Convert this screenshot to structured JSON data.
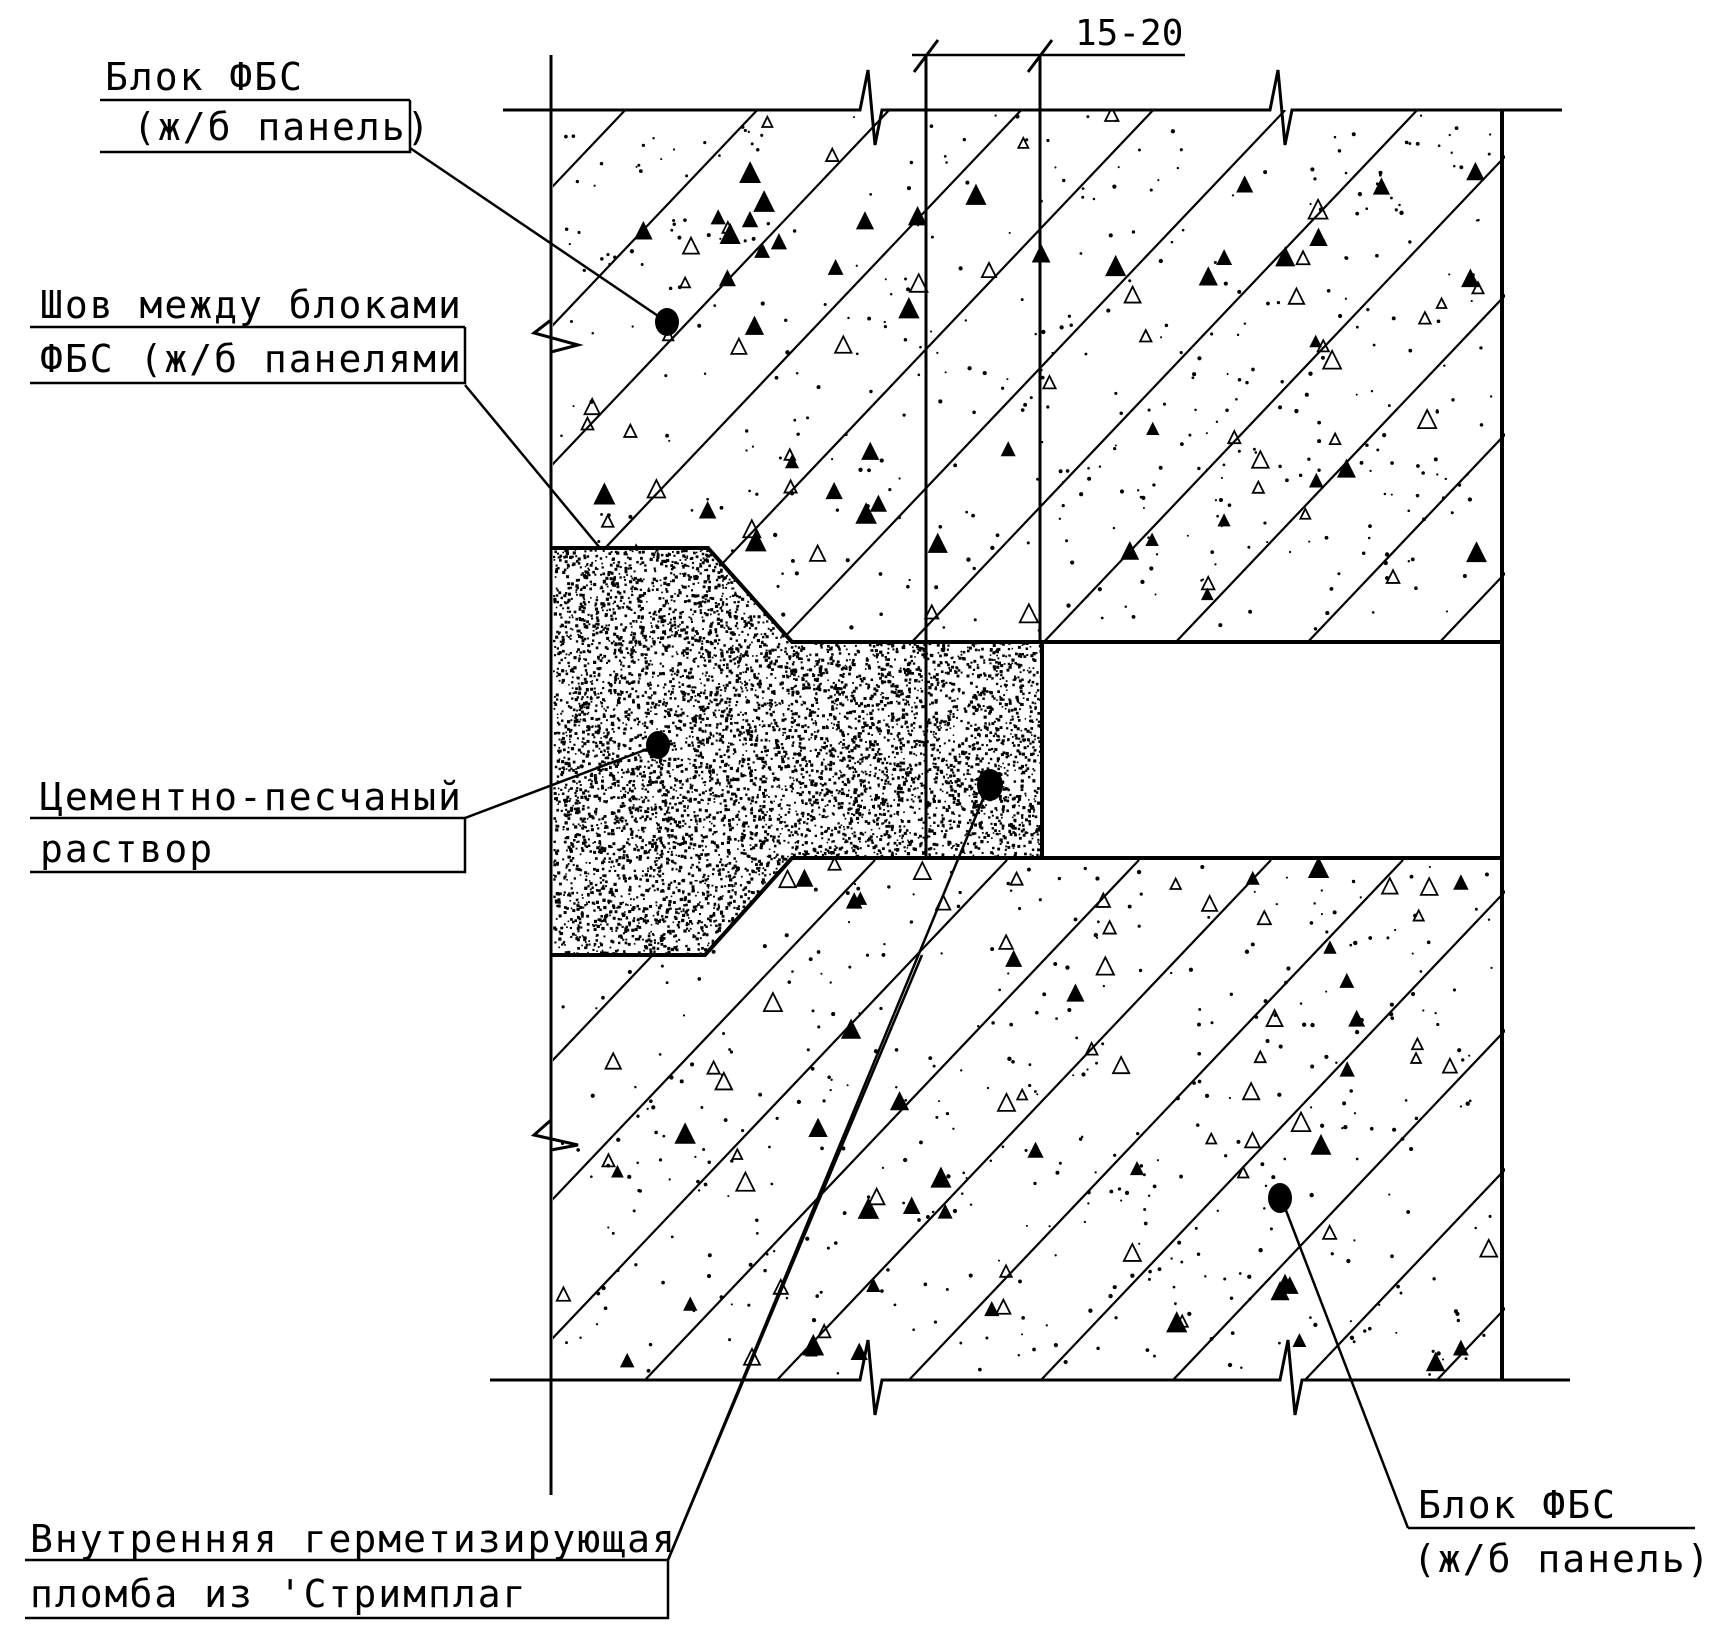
{
  "labels": {
    "top_block_line1": "Блок ФБС",
    "top_block_line2": "(ж/б панель)",
    "seam_line1": "Шов между блоками",
    "seam_line2": "ФБС (ж/б панелями",
    "mortar_line1": "Цементно-песчаный",
    "mortar_line2": "раствор",
    "sealant_line1": "Внутренняя герметизирующая",
    "sealant_line2": "пломба из 'Стримплаг",
    "bottom_block_line1": "Блок ФБС",
    "bottom_block_line2": "(ж/б панель)"
  },
  "dimension": {
    "value": "15-20"
  },
  "colors": {
    "ink": "#000000",
    "paper": "#ffffff"
  }
}
